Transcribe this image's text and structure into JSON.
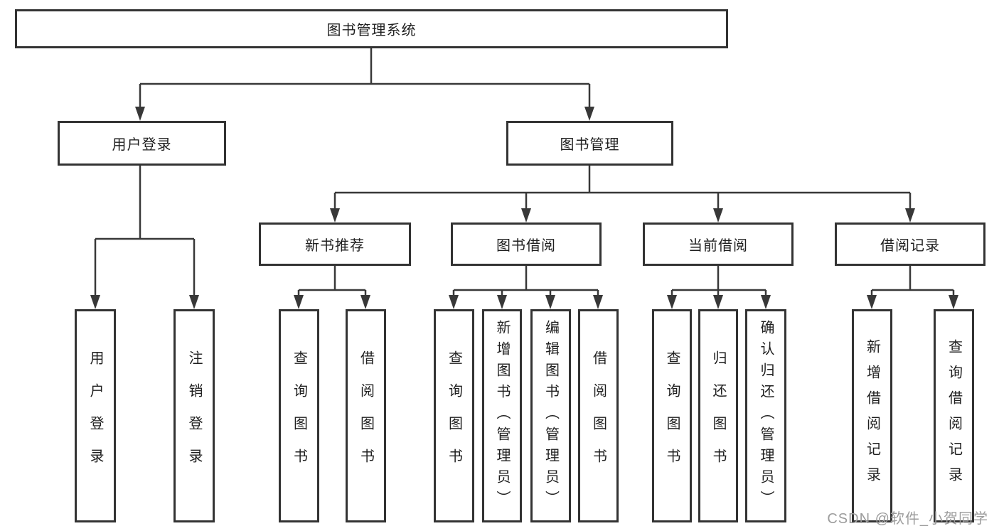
{
  "nodes": {
    "root": "图书管理系统",
    "level2": {
      "user_login": "用户登录",
      "book_mgmt": "图书管理"
    },
    "level3": {
      "new_book_rec": "新书推荐",
      "book_borrow": "图书借阅",
      "current_borrow": "当前借阅",
      "borrow_record": "借阅记录"
    },
    "leaves": {
      "user_login": "用户登录",
      "logout": "注销登录",
      "nb_query": "查询图书",
      "nb_borrow": "借阅图书",
      "bb_query": "查询图书",
      "bb_add": "新增图书（管理员）",
      "bb_edit": "编辑图书（管理员）",
      "bb_borrow": "借阅图书",
      "cb_query": "查询图书",
      "cb_return": "归还图书",
      "cb_confirm": "确认归还（管理员）",
      "br_add": "新增借阅记录",
      "br_query": "查询借阅记录"
    }
  },
  "watermark": "CSDN @软件_小贺同学",
  "colors": {
    "line": "#383838",
    "border": "#333333",
    "text": "#1f1f1f",
    "watermark_text": "#9c9c9c",
    "background": "#ffffff"
  }
}
